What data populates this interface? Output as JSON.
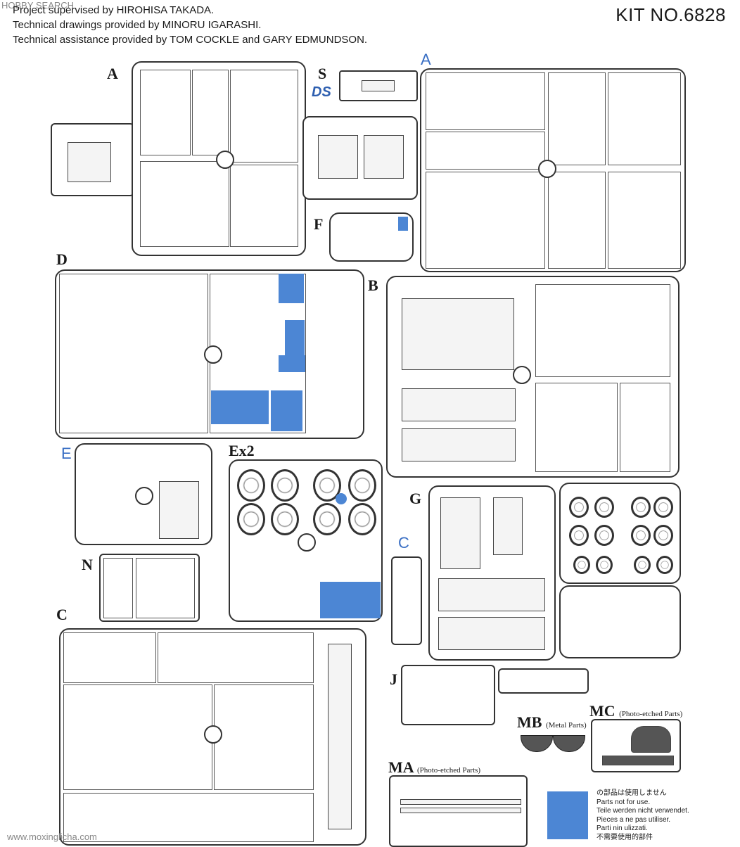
{
  "watermark_top": "HOBBY SEARCH",
  "watermark_bottom": "www.moxinglicha.com",
  "credits": [
    "Project supervised by HIROHISA TAKADA.",
    "Technical drawings provided by MINORU IGARASHI.",
    "Technical assistance provided by TOM COCKLE and GARY EDMUNDSON."
  ],
  "kit_number": "KIT NO.6828",
  "sprues": {
    "A_left": "A",
    "S": "S",
    "DS_logo": "DS",
    "A_right": "A",
    "F": "F",
    "D": "D",
    "B": "B",
    "E": "E",
    "Ex2": "Ex2",
    "G": "G",
    "C_small": "C",
    "N": "N",
    "C_large": "C",
    "J": "J",
    "MB": "MB",
    "MB_sub": "(Metal Parts)",
    "MC": "MC",
    "MC_sub": "(Photo-etched Parts)",
    "MA": "MA",
    "MA_sub": "(Photo-etched Parts)"
  },
  "legend": [
    "の部品は使用しません",
    "Parts not for use.",
    "Teile werden nicht verwendet.",
    "Pieces a ne pas utiliser.",
    "Parti nin ulizzati.",
    "不需要使用的部件"
  ],
  "colors": {
    "highlight": "#4c86d4",
    "label_blue": "#3a6fc4",
    "line": "#333333"
  }
}
